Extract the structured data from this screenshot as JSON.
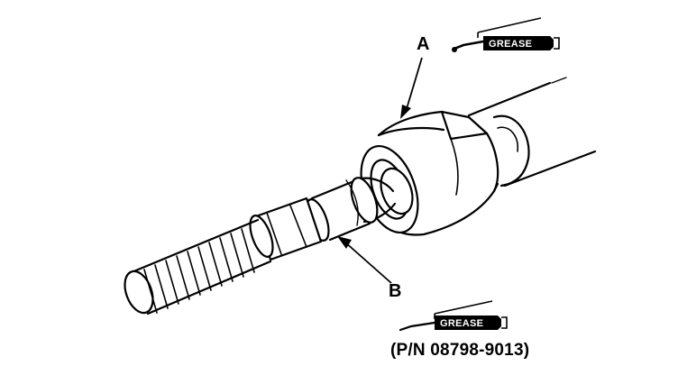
{
  "callouts": {
    "a": "A",
    "b": "B"
  },
  "grease_tube_label": "GREASE",
  "part_number": "(P/N 08798-9013)",
  "colors": {
    "line": "#000000",
    "background": "#ffffff"
  },
  "icons": [
    "grease-tube-icon"
  ]
}
